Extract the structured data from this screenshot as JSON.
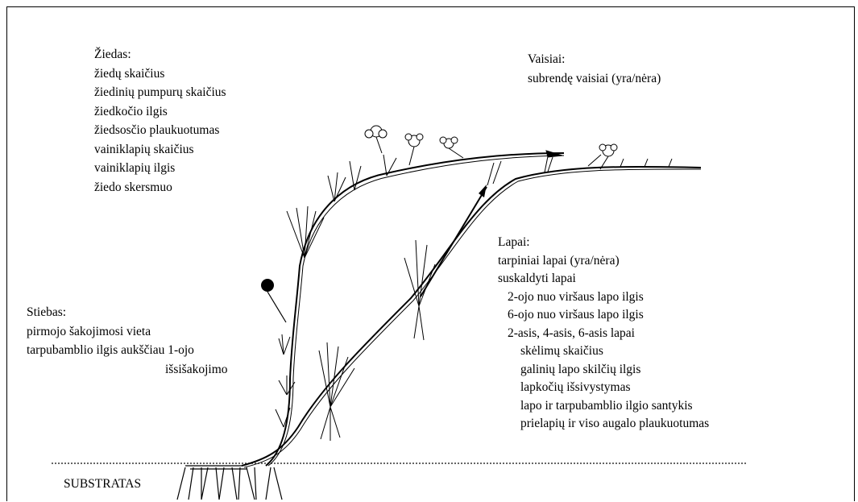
{
  "flower": {
    "heading": "Žiedas:",
    "items": [
      "žiedų skaičius",
      "žiedinių pumpurų skaičius",
      "žiedkočio ilgis",
      "žiedsosčio plaukuotumas",
      "vainiklapių skaičius",
      "vainiklapių ilgis",
      "žiedo skersmuo"
    ]
  },
  "fruit": {
    "heading": "Vaisiai:",
    "items": [
      "subrendę vaisiai (yra/nėra)"
    ]
  },
  "leaves": {
    "heading": "Lapai:",
    "items": [
      "tarpiniai lapai (yra/nėra)",
      "suskaldyti lapai"
    ],
    "sub_items": [
      "2-ojo nuo viršaus lapo ilgis",
      "6-ojo nuo viršaus lapo ilgis",
      "2-asis, 4-asis, 6-asis lapai"
    ],
    "sub_sub_items": [
      "skėlimų skaičius",
      "galinių lapo skilčių ilgis",
      "lapkočių išsivystymas",
      "lapo ir tarpubamblio ilgio santykis",
      "prielapių ir viso augalo plaukuotumas"
    ]
  },
  "stem": {
    "heading": "Stiebas:",
    "line1": "pirmojo šakojimosi vieta",
    "line2": "tarpubamblio ilgis aukščiau 1-ojo",
    "line3": "išsišakojimo"
  },
  "substrate": {
    "label": "SUBSTRATAS"
  }
}
